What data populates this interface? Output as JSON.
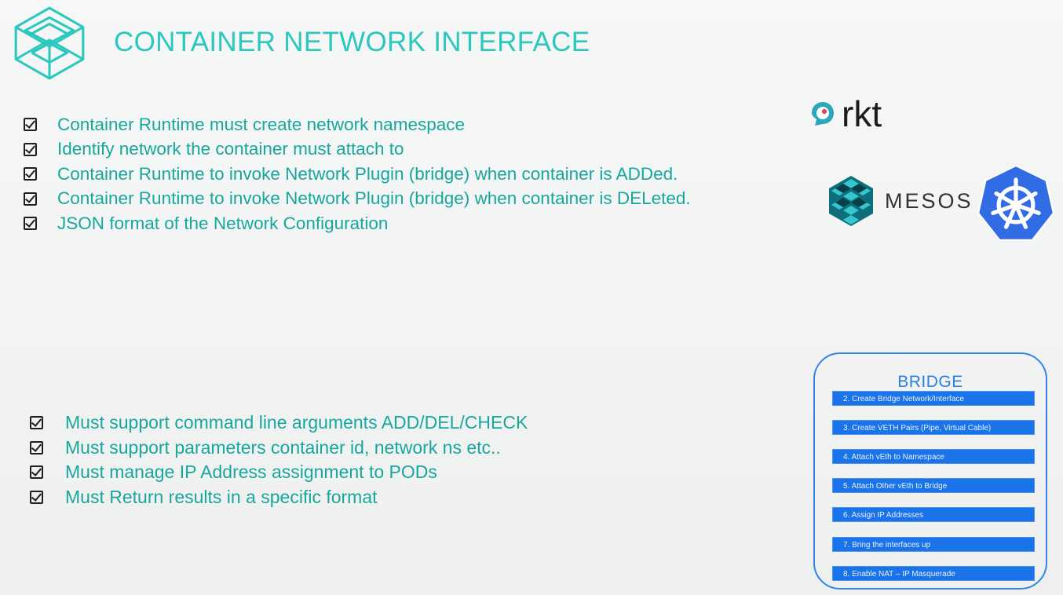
{
  "header": {
    "title": "CONTAINER NETWORK INTERFACE"
  },
  "requirements_runtime": [
    "Container Runtime must create network namespace",
    "Identify network the container must attach to",
    "Container Runtime to invoke Network Plugin (bridge) when container is ADDed.",
    "Container Runtime to invoke Network Plugin (bridge) when container is DELeted.",
    "JSON format of the Network Configuration"
  ],
  "requirements_plugin": [
    "Must support command line arguments ADD/DEL/CHECK",
    "Must support parameters container id, network ns etc..",
    "Must manage IP Address assignment to PODs",
    "Must Return results in a specific format"
  ],
  "logos": {
    "rkt": "rkt",
    "mesos": "MESOS"
  },
  "bridge": {
    "title": "BRIDGE",
    "steps": [
      "2. Create Bridge Network/Interface",
      "3. Create VETH Pairs (Pipe, Virtual Cable)",
      "4. Attach vEth to Namespace",
      "5. Attach Other vEth to Bridge",
      "6. Assign IP Addresses",
      "7. Bring the interfaces up",
      "8. Enable NAT – IP Masquerade"
    ]
  },
  "colors": {
    "title": "#2bc8bd",
    "bullet_text": "#18a79d",
    "bridge_border": "#2f86e8",
    "bridge_step": "#1a73e8",
    "kubernetes": "#326ce5"
  },
  "icons": [
    "cni-logo-icon",
    "checkbox-icon",
    "rkt-logo-icon",
    "mesos-logo-icon",
    "kubernetes-logo-icon"
  ]
}
